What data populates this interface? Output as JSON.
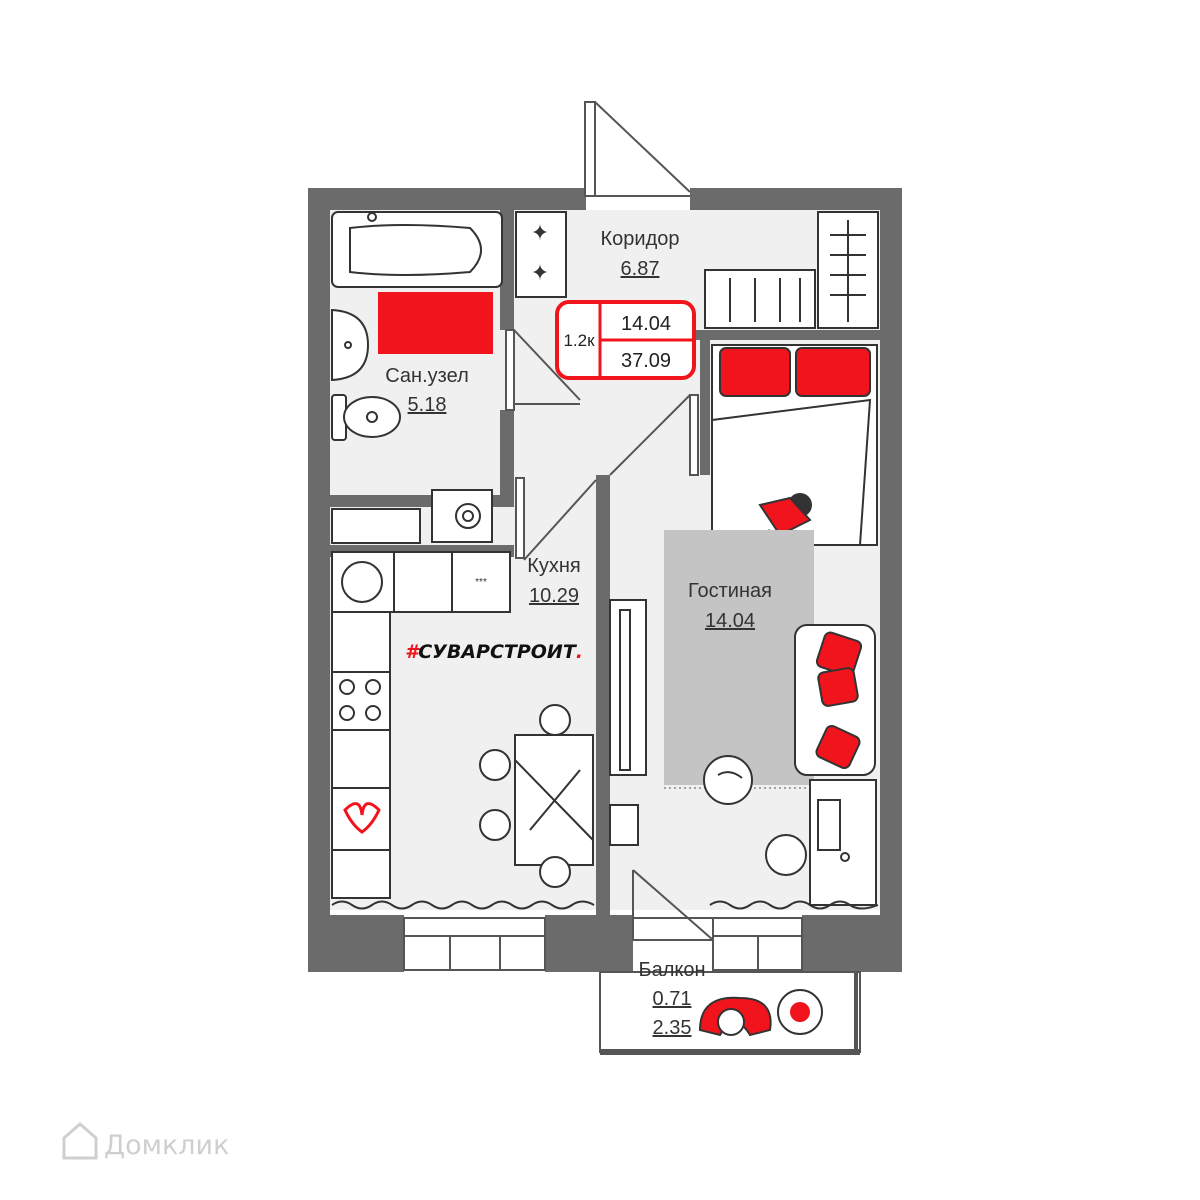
{
  "rooms": {
    "corridor": {
      "name": "Коридор",
      "area": "6.87"
    },
    "bathroom": {
      "name": "Сан.узел",
      "area": "5.18"
    },
    "kitchen": {
      "name": "Кухня",
      "area": "10.29"
    },
    "living": {
      "name": "Гостиная",
      "area": "14.04"
    },
    "balcony": {
      "name": "Балкон",
      "area_reduced": "0.71",
      "area_full": "2.35"
    }
  },
  "badge": {
    "type": "1.2к",
    "living_area": "14.04",
    "total_area": "37.09"
  },
  "brand": {
    "hash": "#",
    "name": "СУВАРСТРОИТ",
    "dot": "."
  },
  "watermark": {
    "text": "Домклик",
    "icon": "house-outline-icon"
  },
  "colors": {
    "wall": "#6b6b6b",
    "accent": "#f2141c",
    "floor": "#efefef",
    "rug": "#c4c4c4",
    "line": "#333333"
  }
}
